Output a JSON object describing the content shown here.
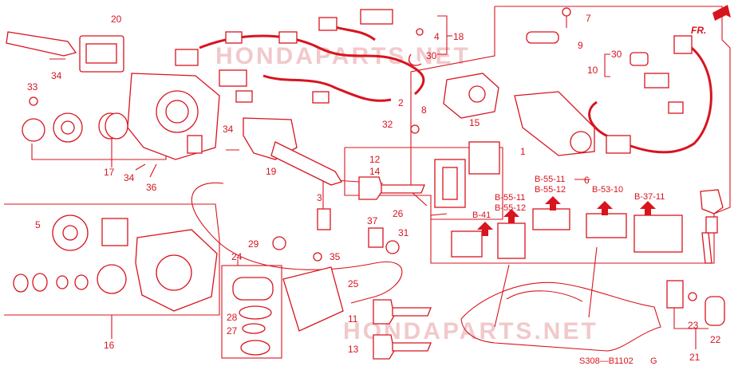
{
  "callouts": [
    {
      "id": "c1",
      "text": "1"
    },
    {
      "id": "c2",
      "text": "2"
    },
    {
      "id": "c3",
      "text": "3"
    },
    {
      "id": "c4",
      "text": "4"
    },
    {
      "id": "c5",
      "text": "5"
    },
    {
      "id": "c6",
      "text": "6"
    },
    {
      "id": "c7",
      "text": "7"
    },
    {
      "id": "c8",
      "text": "8"
    },
    {
      "id": "c9",
      "text": "9"
    },
    {
      "id": "c10",
      "text": "10"
    },
    {
      "id": "c11",
      "text": "11"
    },
    {
      "id": "c12",
      "text": "12"
    },
    {
      "id": "c13",
      "text": "13"
    },
    {
      "id": "c14",
      "text": "14"
    },
    {
      "id": "c15",
      "text": "15"
    },
    {
      "id": "c16",
      "text": "16"
    },
    {
      "id": "c17",
      "text": "17"
    },
    {
      "id": "c18",
      "text": "18"
    },
    {
      "id": "c19",
      "text": "19"
    },
    {
      "id": "c20",
      "text": "20"
    },
    {
      "id": "c21",
      "text": "21"
    },
    {
      "id": "c22",
      "text": "22"
    },
    {
      "id": "c23",
      "text": "23"
    },
    {
      "id": "c24",
      "text": "24"
    },
    {
      "id": "c25",
      "text": "25"
    },
    {
      "id": "c26",
      "text": "26"
    },
    {
      "id": "c27",
      "text": "27"
    },
    {
      "id": "c28",
      "text": "28"
    },
    {
      "id": "c29",
      "text": "29"
    },
    {
      "id": "c30a",
      "text": "30"
    },
    {
      "id": "c30b",
      "text": "30"
    },
    {
      "id": "c31",
      "text": "31"
    },
    {
      "id": "c32",
      "text": "32"
    },
    {
      "id": "c33",
      "text": "33"
    },
    {
      "id": "c34a",
      "text": "34"
    },
    {
      "id": "c34b",
      "text": "34"
    },
    {
      "id": "c34c",
      "text": "34"
    },
    {
      "id": "c35",
      "text": "35"
    },
    {
      "id": "c36",
      "text": "36"
    },
    {
      "id": "c37",
      "text": "37"
    }
  ],
  "references": {
    "b41": "B-41",
    "b55_11a": "B-55-11",
    "b55_12a": "B-55-12",
    "b55_11b": "B-55-11",
    "b55_12b": "B-55-12",
    "b53_10": "B-53-10",
    "b37_11": "B-37-11"
  },
  "direction_marker": "FR.",
  "diagram_code": "S308—B1102",
  "diagram_suffix": "G",
  "watermarks": [
    "HONDAPARTS.NET",
    "HONDAPARTS.NET"
  ],
  "colors": {
    "ink": "#d8141e",
    "watermark": "#f1c9cb"
  }
}
